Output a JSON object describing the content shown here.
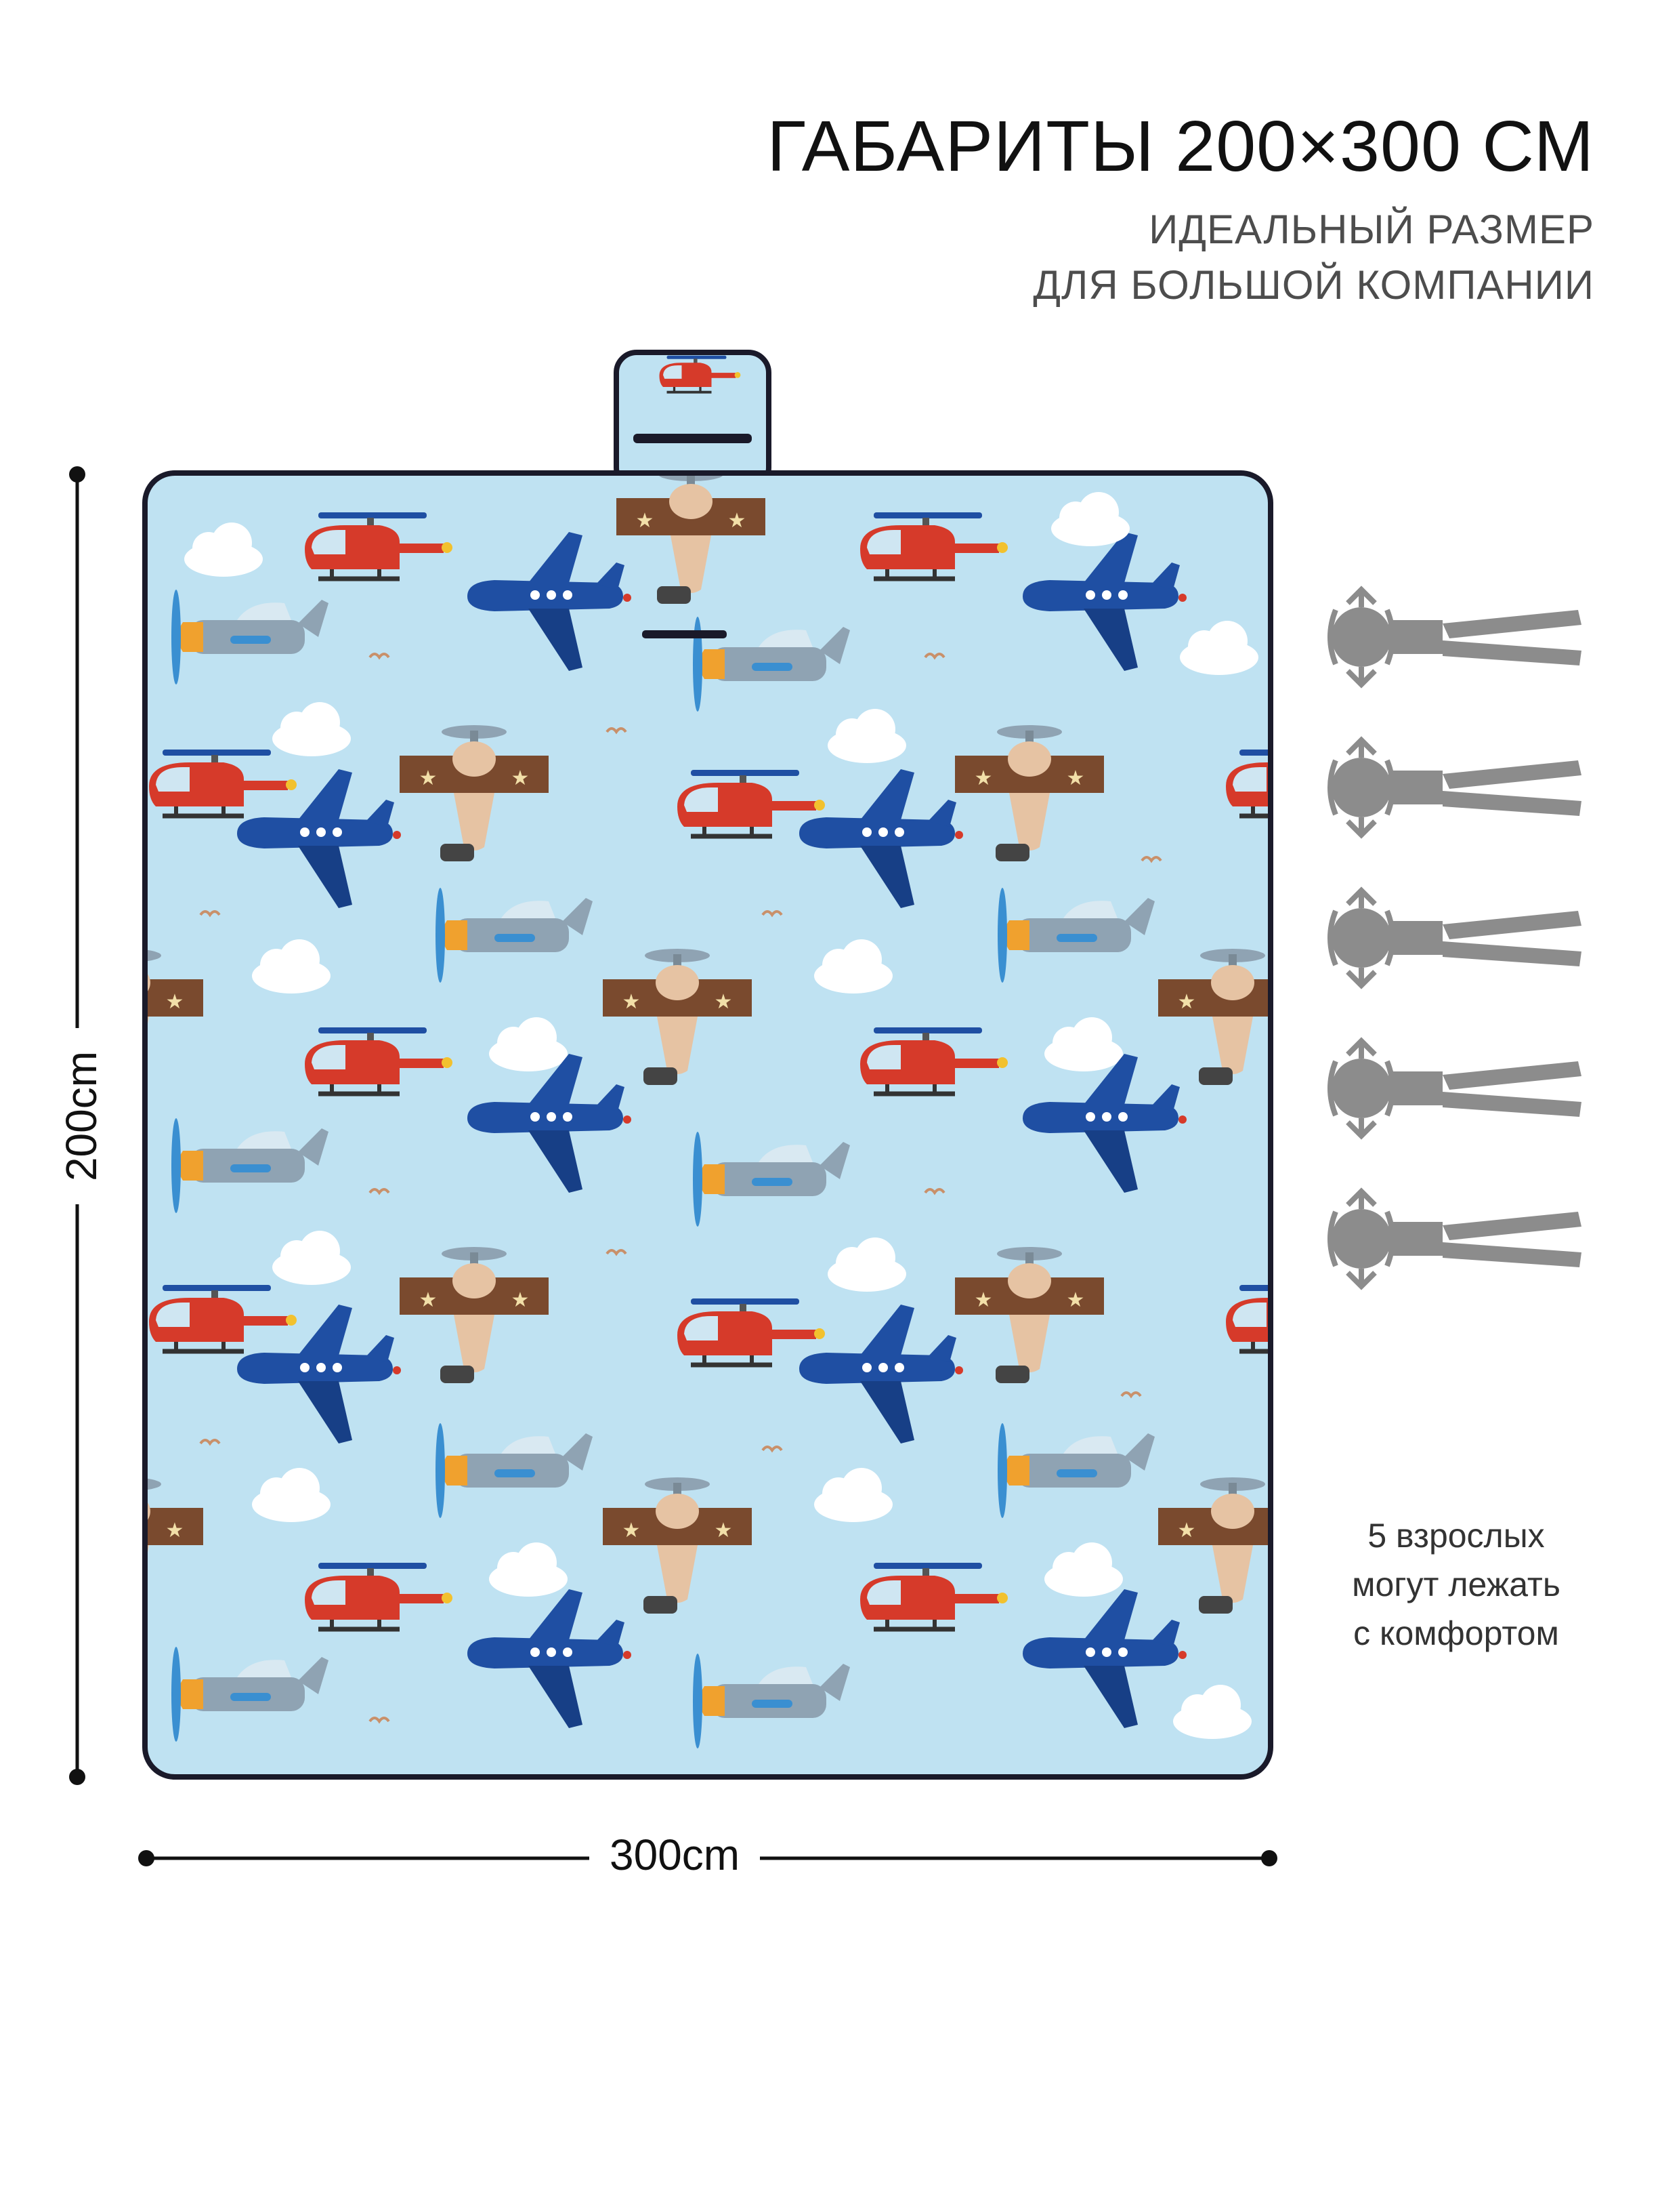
{
  "header": {
    "title": "ГАБАРИТЫ 200×300 СМ",
    "subtitle_lines": [
      "ИДЕАЛЬНЫЙ РАЗМЕР",
      "ДЛЯ БОЛЬШОЙ КОМПАНИИ"
    ]
  },
  "dimensions": {
    "width_label": "300cm",
    "height_label": "200cm"
  },
  "capacity": {
    "people_count": 5,
    "caption_lines": [
      "5 взрослых",
      "могут лежать",
      "с комфортом"
    ]
  },
  "colors": {
    "mat_background": "#bfe2f2",
    "mat_border": "#1a1a2a",
    "helicopter": "#d63a2a",
    "jet": "#1f4fa3",
    "prop_plane": "#8fa3b3",
    "biplane": "#7a4a2e",
    "person_icon": "#8c8c8c"
  }
}
